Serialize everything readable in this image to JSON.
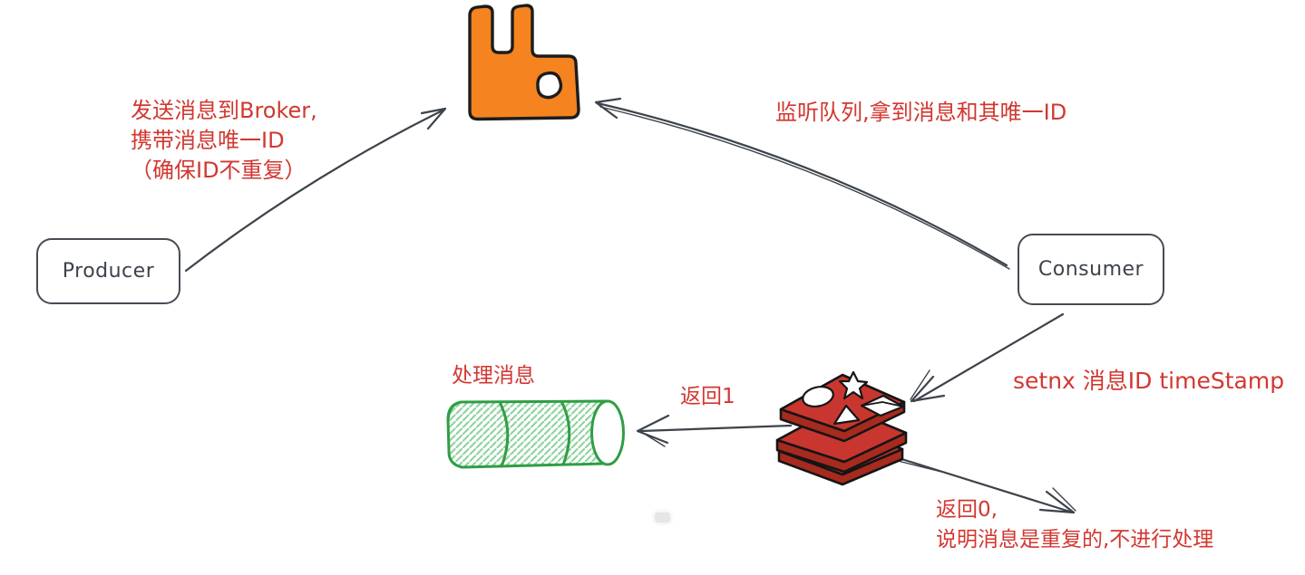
{
  "diagram_title": "message-idempotency-flow",
  "nodes": {
    "producer": {
      "label": "Producer"
    },
    "consumer": {
      "label": "Consumer"
    }
  },
  "icons": {
    "broker": "rabbitmq-logo",
    "cache": "redis-logo",
    "pipeline": "message-pipeline-cylinder"
  },
  "annotations": {
    "send_to_broker": {
      "line1": "发送消息到Broker,",
      "line2": "携带消息唯一ID",
      "line3": "（确保ID不重复）"
    },
    "listen_queue": "监听队列,拿到消息和其唯一ID",
    "process_message": "处理消息",
    "return_one": "返回1",
    "setnx_command": "setnx 消息ID timeStamp",
    "return_zero": {
      "line1": "返回0,",
      "line2": "说明消息是重复的,不进行处理"
    }
  },
  "colors": {
    "annotation_red": "#d23730",
    "arrow_dark": "#3d434a",
    "rabbitmq_orange": "#f5831f",
    "redis_red": "#c93630",
    "cylinder_green": "#2f9e44",
    "cylinder_hatch_green": "#90d3a0"
  }
}
